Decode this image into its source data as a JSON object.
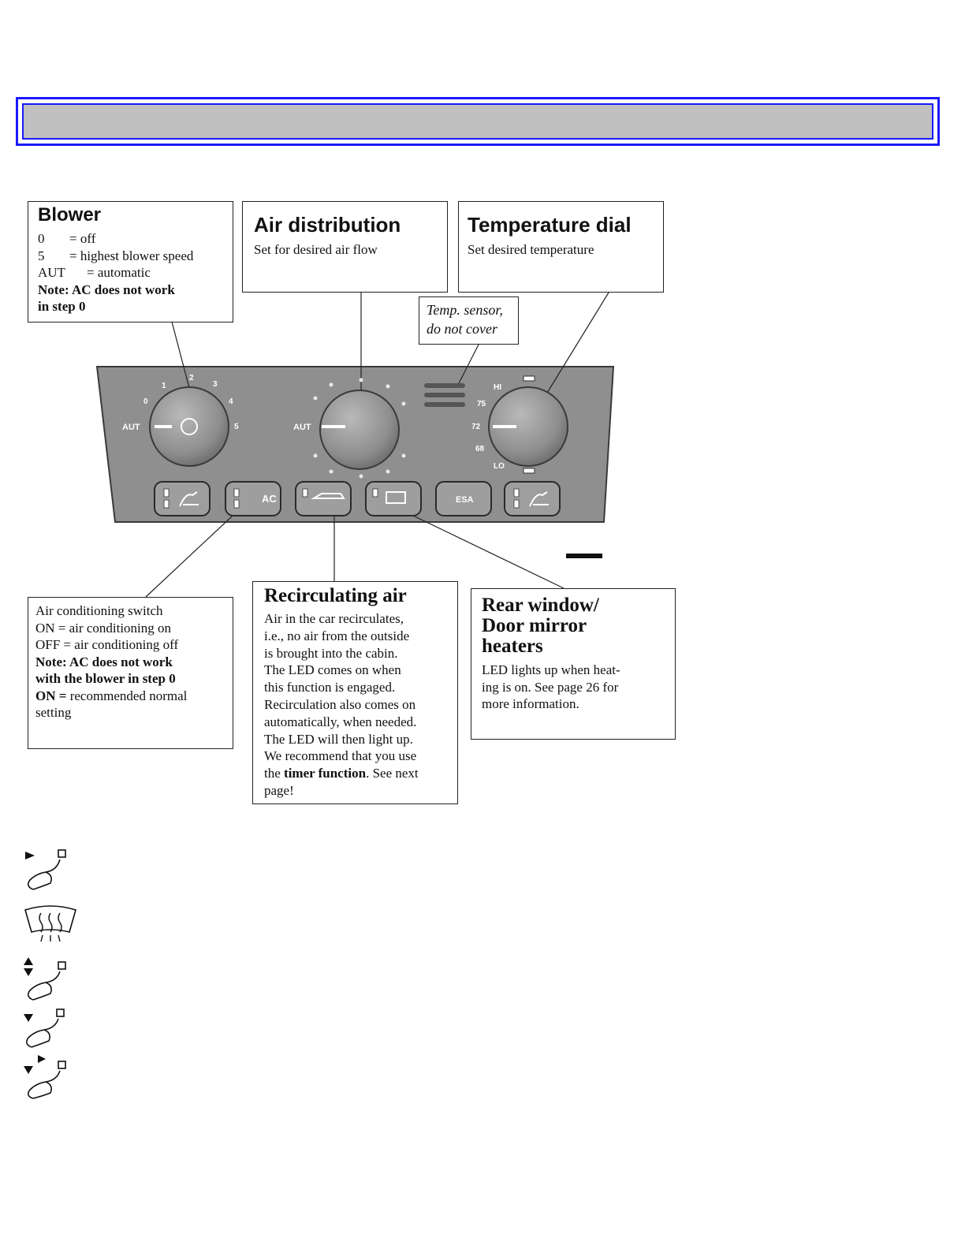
{
  "blower": {
    "title": "Blower",
    "rows": [
      {
        "key": "0",
        "val": "= off"
      },
      {
        "key": "5",
        "val": "= highest blower speed"
      },
      {
        "key": "AUT",
        "val": "= automatic"
      }
    ],
    "note_line1": "Note: AC does not work",
    "note_line2": "in step 0"
  },
  "air_distribution": {
    "title": "Air distribution",
    "text": "Set for desired air flow"
  },
  "temperature": {
    "title": "Temperature dial",
    "text": "Set desired temperature"
  },
  "sensor": {
    "line1": "Temp. sensor,",
    "line2": "do not cover"
  },
  "panel": {
    "blower_aut": "AUT",
    "blower_scale": [
      "0",
      "1",
      "2",
      "3",
      "4",
      "5"
    ],
    "distribution_aut": "AUT",
    "temp_marks": [
      "HI",
      "75",
      "72",
      "68",
      "LO"
    ],
    "ac_label": "AC",
    "esa_label": "ESA"
  },
  "ac_switch": {
    "lines": [
      "Air conditioning switch",
      "ON = air conditioning on",
      "OFF = air conditioning off"
    ],
    "note_line1": "Note: AC does not work",
    "note_line2": "with the blower in step 0",
    "on_bold": "ON =",
    "on_rest": " recommended normal",
    "on_line2": "setting"
  },
  "recirculating": {
    "title": "Recirculating air",
    "lines": [
      "Air in the car recirculates,",
      "i.e., no air from the outside",
      "is brought into the cabin.",
      "The LED comes on when",
      "this function is engaged.",
      "Recirculation also comes on",
      "automatically, when needed.",
      "The LED will then light up.",
      "We recommend that you use"
    ],
    "last_pre": "the ",
    "last_bold": "timer function",
    "last_post": ". See next",
    "final": "page!"
  },
  "rear_window": {
    "title_line1": "Rear window/",
    "title_line2": "Door mirror",
    "title_line3": "heaters",
    "lines": [
      "LED lights up when heat-",
      "ing is on. See page 26 for",
      "more information."
    ]
  },
  "legend_icons": [
    "face-vent-icon",
    "defroster-icon",
    "face-floor-vent-icon",
    "floor-vent-icon",
    "floor-defrost-vent-icon"
  ]
}
